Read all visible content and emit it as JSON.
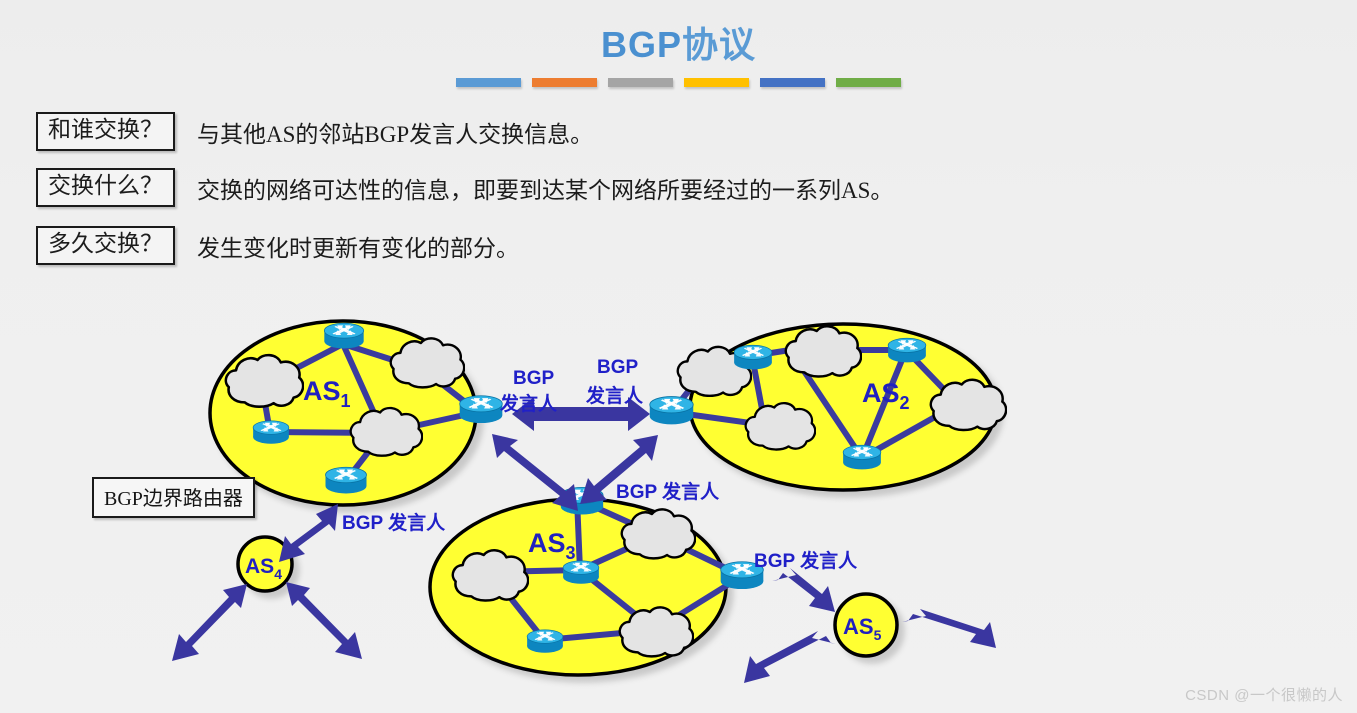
{
  "title": {
    "latin": "BGP",
    "cn": "协议"
  },
  "accent_bars": [
    {
      "name": "bar-blue",
      "color": "#5b9bd5"
    },
    {
      "name": "bar-orange",
      "color": "#ed7d31"
    },
    {
      "name": "bar-gray",
      "color": "#a5a5a5"
    },
    {
      "name": "bar-yellow",
      "color": "#ffc000"
    },
    {
      "name": "bar-darkblue",
      "color": "#4472c4"
    },
    {
      "name": "bar-green",
      "color": "#70ad47"
    }
  ],
  "qa_rows": [
    {
      "question": "和谁交换？",
      "answer": "与其他AS的邻站BGP发言人交换信息。"
    },
    {
      "question": "交换什么？",
      "answer": "交换的网络可达性的信息，即要到达某个网络所要经过的一系列AS。"
    },
    {
      "question": "多久交换？",
      "answer": "发生变化时更新有变化的部分。"
    }
  ],
  "diagram": {
    "border_router_callout": "BGP边界路由器",
    "as_regions": [
      {
        "name": "as1",
        "label": "AS",
        "sub": "1"
      },
      {
        "name": "as2",
        "label": "AS",
        "sub": "2"
      },
      {
        "name": "as3",
        "label": "AS",
        "sub": "3"
      },
      {
        "name": "as4",
        "label": "AS",
        "sub": "4"
      },
      {
        "name": "as5",
        "label": "AS",
        "sub": "5"
      }
    ],
    "speaker_labels": [
      {
        "name": "speaker-as1-center",
        "line1": "BGP",
        "line2": "发言人"
      },
      {
        "name": "speaker-as2-center",
        "line1": "BGP",
        "line2": "发言人"
      },
      {
        "name": "speaker-as1-bottom",
        "text": "BGP 发言人"
      },
      {
        "name": "speaker-as3-top",
        "text": "BGP 发言人"
      },
      {
        "name": "speaker-as3-right",
        "text": "BGP 发言人"
      }
    ],
    "colors": {
      "as_fill": "#ffff33",
      "as_stroke": "#000000",
      "cloud_fill": "#e4e4e4",
      "cloud_stroke": "#000000",
      "router_top": "#35b8e8",
      "router_body": "#0d86c0",
      "link": "#3b3b9e",
      "arrow": "#3a36a0",
      "label_text": "#2020c8"
    }
  },
  "watermark": "CSDN @一个很懒的人"
}
